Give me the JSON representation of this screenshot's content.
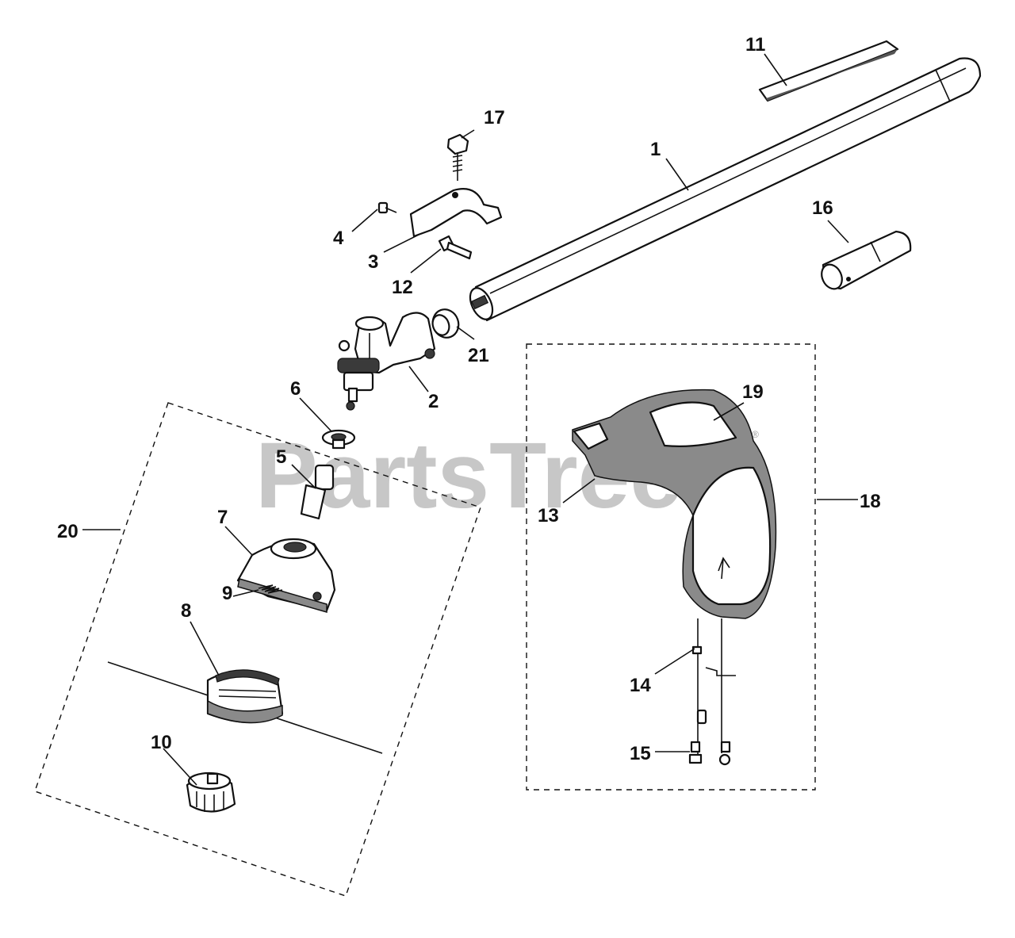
{
  "diagram": {
    "watermark": "PartsTree",
    "watermark_mark": "®",
    "callouts": {
      "c1": "1",
      "c2": "2",
      "c3": "3",
      "c4": "4",
      "c5": "5",
      "c6": "6",
      "c7": "7",
      "c8": "8",
      "c9": "9",
      "c10": "10",
      "c11": "11",
      "c12": "12",
      "c13": "13",
      "c14": "14",
      "c15": "15",
      "c16": "16",
      "c17": "17",
      "c18": "18",
      "c19": "19",
      "c20": "20",
      "c21": "21"
    }
  }
}
